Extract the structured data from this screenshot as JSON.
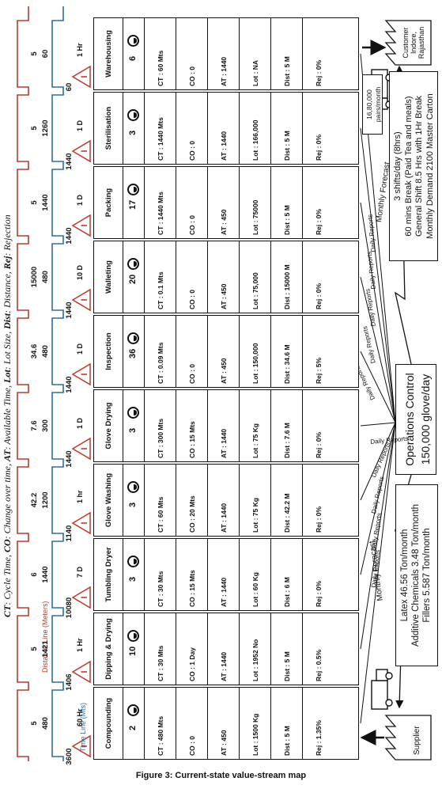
{
  "figure_caption": "Figure 3: Current-state value-stream map",
  "supplier": {
    "label": "Supplier"
  },
  "customer": {
    "label": "Customer Indore, Rajasthan",
    "demand_label": "16,80,000 pairs/month"
  },
  "operations_control": {
    "title": "Operations Control",
    "subtitle": "150,000 glove/day"
  },
  "supplier_info": [
    "Latex 46.56 Ton/month",
    "Additive Chemicals 3.48 Ton/month",
    "Fillers 5.587 Ton/month"
  ],
  "customer_info": [
    "3 shifts/day (8hrs)",
    "60 mins Break (Paid Tea and meals)",
    "General Shift 8.5 Hrs with 1Hr Break",
    "Monthly Demand 2100 Master Carton"
  ],
  "forecast_labels": {
    "supplier": "Monthly Forecast",
    "customer": "Monthly Forecast"
  },
  "daily_reports_label": "Daily Reports",
  "processes": [
    {
      "name": "Compounding",
      "operators": "2",
      "ct": "CT : 480 Mts",
      "co": "CO : 0",
      "at": "AT : 450",
      "lot": "Lot : 1500 Kg",
      "dist": "Dist : 5 M",
      "rej": "Rej : 1.35%"
    },
    {
      "name": "Dipping & Drying",
      "operators": "10",
      "ct": "CT : 30 Mts",
      "co": "CO : 1 Day",
      "at": "AT : 1440",
      "lot": "Lot : 1952 No",
      "dist": "Dist : 5 M",
      "rej": "Rej : 0.5%"
    },
    {
      "name": "Tumbling Dryer",
      "operators": "3",
      "ct": "CT : 30 Mts",
      "co": "CO : 15 Mts",
      "at": "AT : 1440",
      "lot": "Lot : 60 Kg",
      "dist": "Dist : 6 M",
      "rej": "Rej : 0%"
    },
    {
      "name": "Glove Washing",
      "operators": "3",
      "ct": "CT : 60 Mts",
      "co": "CO : 20 Mts",
      "at": "AT : 1440",
      "lot": "Lot : 75 Kg",
      "dist": "Dist : 42.2 M",
      "rej": "Rej : 0%"
    },
    {
      "name": "Glove Drying",
      "operators": "3",
      "ct": "CT : 300 Mts",
      "co": "CO : 15 Mts",
      "at": "AT : 1440",
      "lot": "Lot : 75 Kg",
      "dist": "Dist : 7.6 M",
      "rej": "Rej : 0%"
    },
    {
      "name": "Inspection",
      "operators": "36",
      "ct": "CT : 0.09 Mts",
      "co": "CO : 0",
      "at": "AT : 450",
      "lot": "Lot : 150,000",
      "dist": "Dist : 34.6 M",
      "rej": "Rej : 5%"
    },
    {
      "name": "Walleting",
      "operators": "20",
      "ct": "CT : 0.1 Mts",
      "co": "CO : 0",
      "at": "AT : 450",
      "lot": "Lot : 75,000",
      "dist": "Dist : 15000 M",
      "rej": "Rej : 0%"
    },
    {
      "name": "Packing",
      "operators": "17",
      "ct": "CT : 1440 Mts",
      "co": "CO : 0",
      "at": "AT : 450",
      "lot": "Lot : 75000",
      "dist": "Dist : 5 M",
      "rej": "Rej : 0%"
    },
    {
      "name": "Sterilisation",
      "operators": "3",
      "ct": "CT : 1440 Mts",
      "co": "CO : 0",
      "at": "AT : 1440",
      "lot": "Lot : 166,000",
      "dist": "Dist : 5 M",
      "rej": "Rej : 0%"
    },
    {
      "name": "Warehousing",
      "operators": "6",
      "ct": "CT : 60 Mts",
      "co": "CO : 0",
      "at": "AT : 1440",
      "lot": "Lot : NA",
      "dist": "Dist : 5 M",
      "rej": "Rej : 0%"
    }
  ],
  "inventory_times": [
    "60 Hr",
    "1 Hr",
    "7 D",
    "1 hr",
    "1 D",
    "1 D",
    "10 D",
    "1 D",
    "1 D",
    "1 Hr"
  ],
  "time_line": {
    "label": "Time Line (Mts)",
    "top_values": [
      "3600",
      "1406",
      "10080",
      "1140",
      "1440",
      "1440",
      "1440",
      "1440",
      "1440",
      "60"
    ],
    "bottom_values": [
      "480",
      "1421",
      "1440",
      "1200",
      "300",
      "480",
      "480",
      "1440",
      "1260",
      "60"
    ]
  },
  "distance_line": {
    "label": "Distance Line (Meters)",
    "values": [
      "5",
      "5",
      "6",
      "42.2",
      "7.6",
      "34.6",
      "15000",
      "5",
      "5",
      "5"
    ]
  },
  "legend": {
    "parts": [
      {
        "abbr": "CT",
        "text": ": Cycle Time, "
      },
      {
        "abbr": "CO",
        "text": ": Change over time, "
      },
      {
        "abbr": "AT",
        "text": ": Available Time, "
      },
      {
        "abbr": "Lot",
        "text": ": Lot Size, "
      },
      {
        "abbr": "Dist",
        "text": ": Distance, "
      },
      {
        "abbr": "Rej",
        "text": ": Rejection"
      }
    ]
  },
  "colors": {
    "time_line": "#2e6da4",
    "distance_line": "#c0392b",
    "ink": "#111111"
  }
}
